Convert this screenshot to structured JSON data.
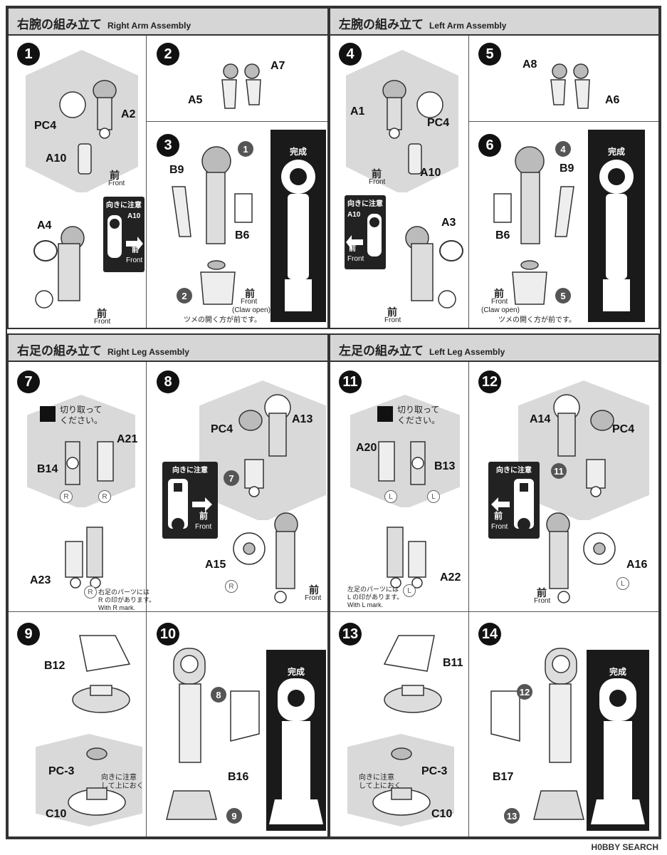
{
  "sections": {
    "right_arm": {
      "jp": "右腕の組み立て",
      "en": "Right Arm Assembly"
    },
    "left_arm": {
      "jp": "左腕の組み立て",
      "en": "Left Arm Assembly"
    },
    "right_leg": {
      "jp": "右足の組み立て",
      "en": "Right Leg Assembly"
    },
    "left_leg": {
      "jp": "左足の組み立て",
      "en": "Left Leg Assembly"
    }
  },
  "steps": [
    "1",
    "2",
    "3",
    "4",
    "5",
    "6",
    "7",
    "8",
    "9",
    "10",
    "11",
    "12",
    "13",
    "14"
  ],
  "parts": {
    "pc4": "PC4",
    "a1": "A1",
    "a2": "A2",
    "a3": "A3",
    "a4": "A4",
    "a5": "A5",
    "a6": "A6",
    "a7": "A7",
    "a8": "A8",
    "a10": "A10",
    "a13": "A13",
    "a14": "A14",
    "a15": "A15",
    "a16": "A16",
    "a20": "A20",
    "a21": "A21",
    "a22": "A22",
    "a23": "A23",
    "b6": "B6",
    "b9": "B9",
    "b11": "B11",
    "b12": "B12",
    "b13": "B13",
    "b14": "B14",
    "b16": "B16",
    "b17": "B17",
    "c10": "C10",
    "pc3": "PC-3"
  },
  "text": {
    "front_jp": "前",
    "front_en": "Front",
    "claw_open": "(Claw open)",
    "caution": "向きに注意",
    "done": "完成",
    "claw_note": "ツメの開く方が前です。",
    "cut_off_1": "切り取って",
    "cut_off_2": "ください。",
    "right_mark_1": "右足のパーツには",
    "right_mark_2": "R の印があります。",
    "right_mark_en": "With R mark.",
    "left_mark_1": "左足のパーツには",
    "left_mark_2": "L の印があります。",
    "left_mark_en": "With L mark.",
    "place_on_top_1": "向きに注意",
    "place_on_top_2": "して上におく",
    "r": "R",
    "l": "L",
    "watermark": "H0BBY SEARCH"
  },
  "colors": {
    "panel_gray": "#d9d9d9",
    "header_gray": "#d6d6d6",
    "dark": "#111111"
  }
}
